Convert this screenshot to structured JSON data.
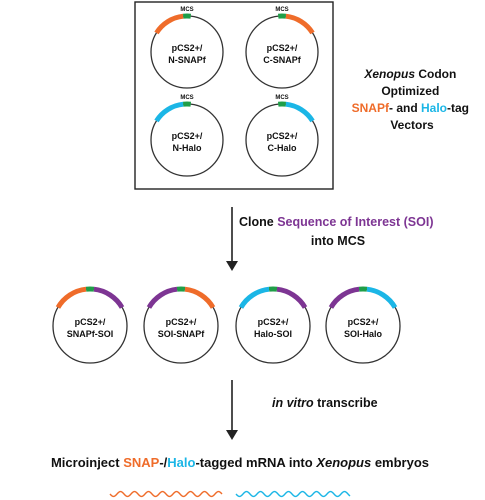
{
  "colors": {
    "snap": "#ef6c2a",
    "halo": "#1bb6e6",
    "soi": "#7d3593",
    "mcs": "#1f9e48",
    "ink": "#111111"
  },
  "mcs_label": "MCS",
  "vectors": [
    {
      "line1": "pCS2+/",
      "line2": "N-SNAPf",
      "tag": "snap",
      "side": "left"
    },
    {
      "line1": "pCS2+/",
      "line2": "C-SNAPf",
      "tag": "snap",
      "side": "right"
    },
    {
      "line1": "pCS2+/",
      "line2": "N-Halo",
      "tag": "halo",
      "side": "left"
    },
    {
      "line1": "pCS2+/",
      "line2": "C-Halo",
      "tag": "halo",
      "side": "right"
    }
  ],
  "vectors_caption": {
    "line1_italic": "Xenopus",
    "line1_rest": " Codon",
    "line2": "Optimized",
    "line3_snap": "SNAPf",
    "line3_mid": "- and ",
    "line3_halo": "Halo",
    "line3_end": "-tag",
    "line4": "Vectors"
  },
  "step1": {
    "pre": "Clone ",
    "soi": "Sequence of Interest (SOI)",
    "line2": "into MCS"
  },
  "constructs": [
    {
      "line1": "pCS2+/",
      "line2": "SNAPf-SOI",
      "left": "snap",
      "right": "soi"
    },
    {
      "line1": "pCS2+/",
      "line2": "SOI-SNAPf",
      "left": "soi",
      "right": "snap"
    },
    {
      "line1": "pCS2+/",
      "line2": "Halo-SOI",
      "left": "halo",
      "right": "soi"
    },
    {
      "line1": "pCS2+/",
      "line2": "SOI-Halo",
      "left": "soi",
      "right": "halo"
    }
  ],
  "step2": {
    "italic": "in vitro",
    "rest": " transcribe"
  },
  "final": {
    "pre": "Microinject ",
    "snap": "SNAP",
    "sep": "-/",
    "halo": "Halo",
    "mid": "-tagged mRNA into ",
    "italic": "Xenopus",
    "end": " embryos"
  }
}
